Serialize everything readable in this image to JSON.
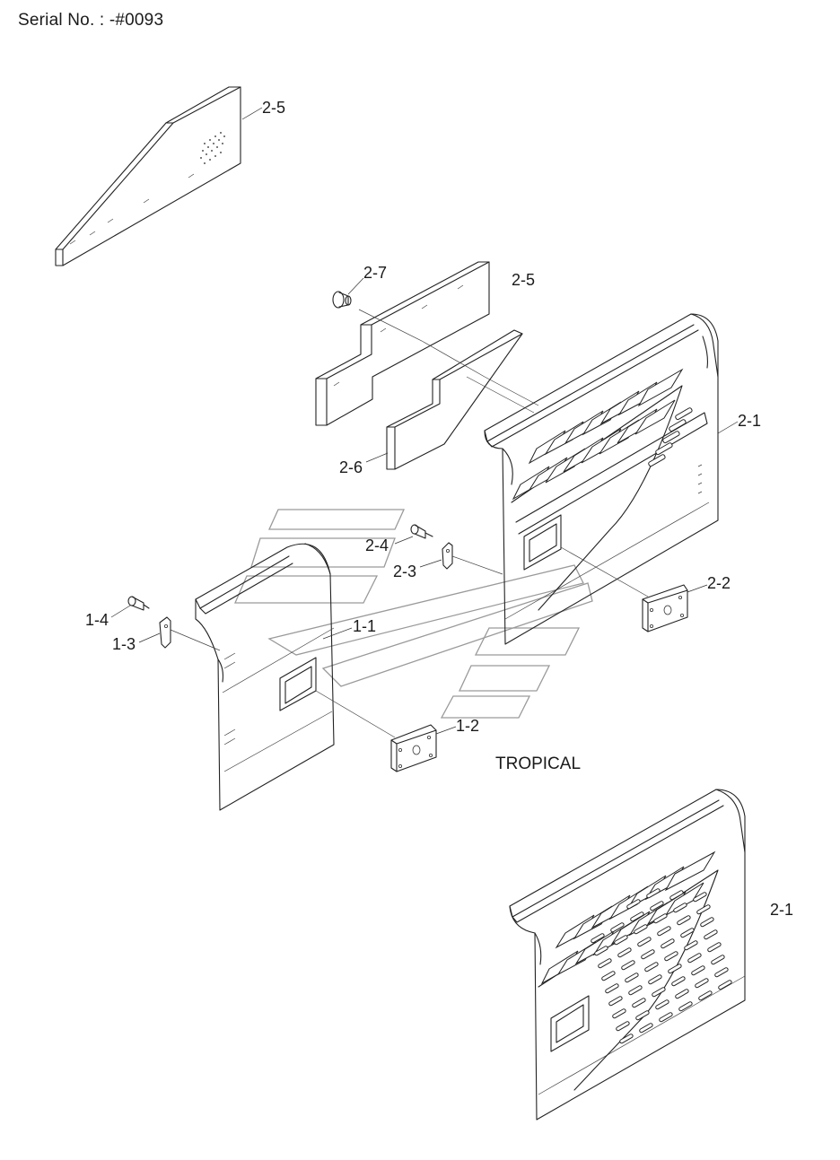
{
  "header": {
    "serial": "Serial No. : -#0093"
  },
  "callouts": {
    "c_2_5_top": "2-5",
    "c_2_7": "2-7",
    "c_2_5_mid": "2-5",
    "c_2_1_main": "2-1",
    "c_2_6": "2-6",
    "c_2_4": "2-4",
    "c_2_3": "2-3",
    "c_2_2": "2-2",
    "c_1_4": "1-4",
    "c_1_3": "1-3",
    "c_1_1": "1-1",
    "c_1_2": "1-2",
    "c_2_1_tropical": "2-1"
  },
  "variant_label": "TROPICAL"
}
